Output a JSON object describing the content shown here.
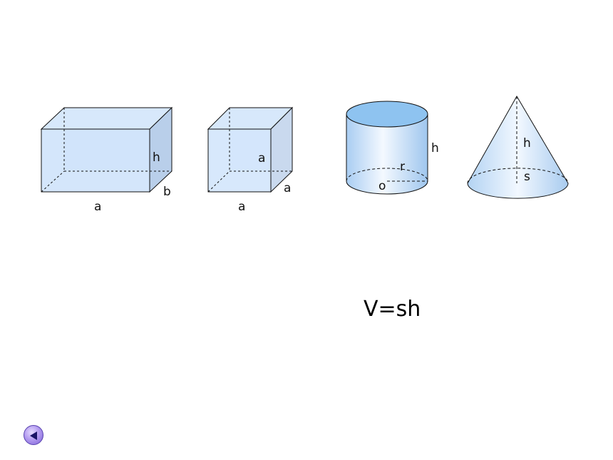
{
  "figures": {
    "cuboid": {
      "width_label": "a",
      "height_label": "h",
      "depth_label": "b"
    },
    "cube": {
      "width_label": "a",
      "height_label": "a",
      "depth_label": "a"
    },
    "cylinder": {
      "height_label": "h",
      "radius_label": "r",
      "center_label": "o"
    },
    "cone": {
      "height_label": "h",
      "base_label": "s"
    }
  },
  "formula": "V=sh",
  "nav": {
    "back_icon": "triangle-left-icon"
  },
  "colors": {
    "face_light": "#cfe3fb",
    "face_side": "#b7cde8",
    "cylinder_top": "#8ec3f0",
    "button": "#9b82e6"
  }
}
